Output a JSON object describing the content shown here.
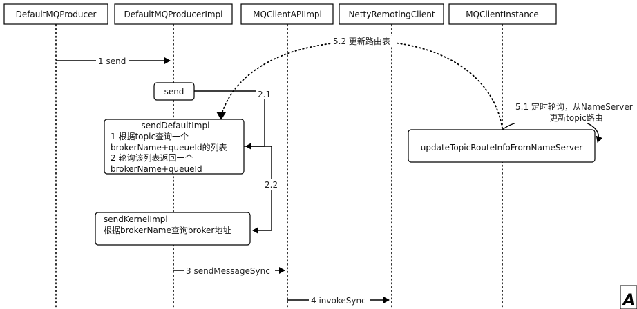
{
  "participants": [
    {
      "id": "producer",
      "label": "DefaultMQProducer"
    },
    {
      "id": "producer_impl",
      "label": "DefaultMQProducerImpl"
    },
    {
      "id": "api_impl",
      "label": "MQClientAPIImpl"
    },
    {
      "id": "remoting",
      "label": "NettyRemotingClient"
    },
    {
      "id": "instance",
      "label": "MQClientInstance"
    }
  ],
  "messages": {
    "m1": "1 send",
    "m21": "2.1",
    "m22": "2.2",
    "m3": "3 sendMessageSync",
    "m4": "4 invokeSync",
    "m51": [
      "5.1 定时轮询，从NameServer",
      "更新topic路由"
    ],
    "m52": "5.2 更新路由表"
  },
  "activities": {
    "send": [
      "send"
    ],
    "send_default": [
      "sendDefaultImpl",
      "1 根据topic查询一个",
      "brokerName+queueId的列表",
      "2 轮询该列表返回一个",
      "brokerName+queueId"
    ],
    "send_kernel": [
      "sendKernelImpl",
      "根据brokerName查询broker地址"
    ],
    "update_route": [
      "updateTopicRouteInfoFromNameServer"
    ]
  },
  "corner_text": "A"
}
